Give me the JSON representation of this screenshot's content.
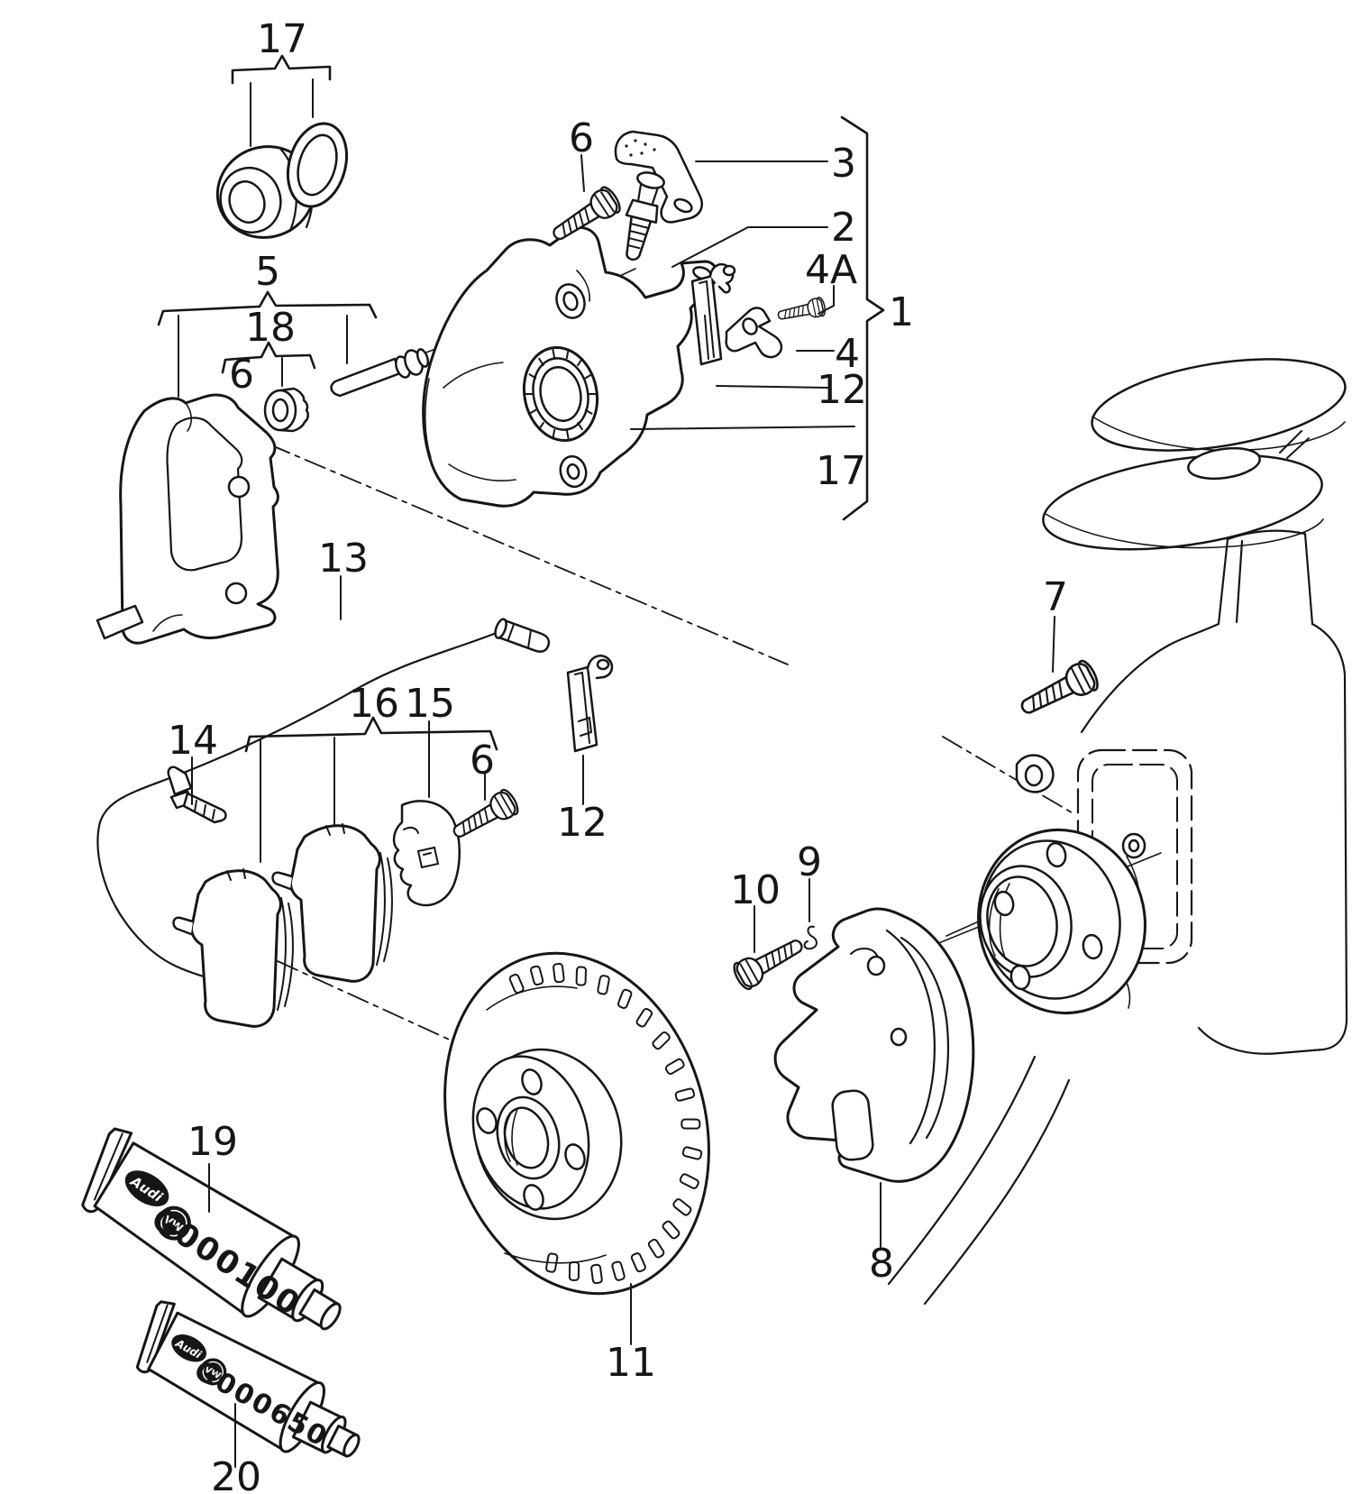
{
  "page": {
    "background": "#ffffff",
    "ink": "#161616"
  },
  "callouts": {
    "seal_kit_top": "17",
    "guide_bolt_top": "6",
    "hose_bracket": "3",
    "bleeder_valve": "2",
    "bolt_4a": "4A",
    "caliper_assembly": "1",
    "retainer_spring": "4",
    "retaining_clip_right": "12",
    "seal_kit_right": "17",
    "carrier_assembly": "5",
    "bush_repair_kit": "18",
    "bush": "6",
    "wear_indicator_wire": "13",
    "brake_pad_set": "16",
    "shim_plate": "15",
    "locating_pin": "14",
    "pad_guide_bolt": "6",
    "retaining_clip_mid": "12",
    "knuckle_bolt": "7",
    "spring_clip": "9",
    "shield_bolt": "10",
    "splash_shield": "8",
    "brake_disc": "11",
    "grease_tube_upper": "19",
    "grease_tube_lower": "20"
  },
  "tubes": {
    "upper": {
      "brand_oval": "Audi",
      "brand_roundel": "VW",
      "part_number": "G000100"
    },
    "lower": {
      "brand_oval": "Audi",
      "brand_roundel": "VW",
      "part_number": "G000650"
    }
  }
}
